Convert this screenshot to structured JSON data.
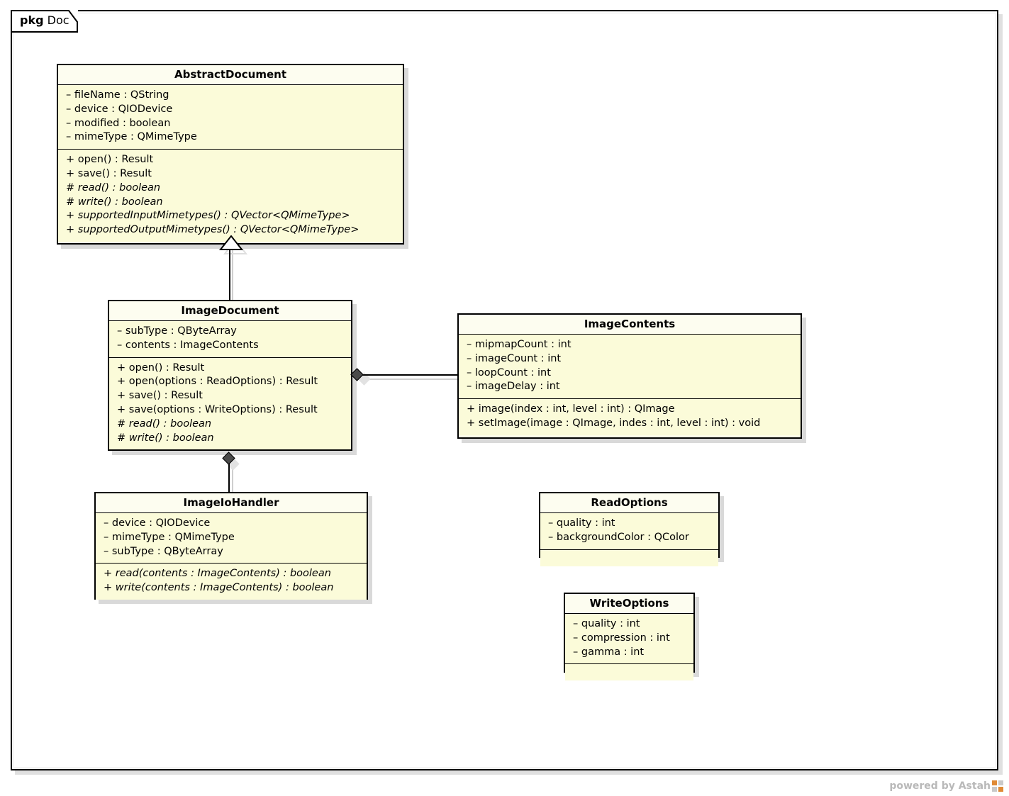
{
  "diagram": {
    "type": "uml-class-diagram",
    "package_tab": {
      "stereotype": "pkg",
      "name": "Doc"
    },
    "watermark": {
      "text": "powered by Astah",
      "logo": "astah-logo-icon",
      "color": "#b9b9b9"
    },
    "colors": {
      "class_fill": "#fbfbd9",
      "class_title_fill": "#fdfdf0",
      "border": "#000000",
      "shadow": "#d9d9d9",
      "diamond_fill": "#4a4a4a"
    },
    "classes": [
      {
        "id": "AbstractDocument",
        "name": "AbstractDocument",
        "attributes": [
          {
            "text": "– fileName : QString",
            "italic": false
          },
          {
            "text": "– device : QIODevice",
            "italic": false
          },
          {
            "text": "– modified : boolean",
            "italic": false
          },
          {
            "text": "– mimeType : QMimeType",
            "italic": false
          }
        ],
        "operations": [
          {
            "text": "+ open() : Result",
            "italic": false
          },
          {
            "text": "+ save() : Result",
            "italic": false
          },
          {
            "text": "# read() : boolean",
            "italic": true
          },
          {
            "text": "# write() : boolean",
            "italic": true
          },
          {
            "text": "+ supportedInputMimetypes() : QVector<QMimeType>",
            "italic": true
          },
          {
            "text": "+ supportedOutputMimetypes() : QVector<QMimeType>",
            "italic": true
          }
        ]
      },
      {
        "id": "ImageDocument",
        "name": "ImageDocument",
        "attributes": [
          {
            "text": "– subType : QByteArray",
            "italic": false
          },
          {
            "text": "– contents : ImageContents",
            "italic": false
          }
        ],
        "operations": [
          {
            "text": "+ open() : Result",
            "italic": false
          },
          {
            "text": "+ open(options : ReadOptions) : Result",
            "italic": false
          },
          {
            "text": "+ save() : Result",
            "italic": false
          },
          {
            "text": "+ save(options : WriteOptions) : Result",
            "italic": false
          },
          {
            "text": "# read() : boolean",
            "italic": true
          },
          {
            "text": "# write() : boolean",
            "italic": true
          }
        ]
      },
      {
        "id": "ImageContents",
        "name": "ImageContents",
        "attributes": [
          {
            "text": "– mipmapCount : int",
            "italic": false
          },
          {
            "text": "– imageCount : int",
            "italic": false
          },
          {
            "text": "– loopCount : int",
            "italic": false
          },
          {
            "text": "– imageDelay : int",
            "italic": false
          }
        ],
        "operations": [
          {
            "text": "+ image(index : int, level : int) : QImage",
            "italic": false
          },
          {
            "text": "+ setImage(image : QImage, indes : int, level : int) : void",
            "italic": false
          }
        ]
      },
      {
        "id": "ImageIoHandler",
        "name": "ImageIoHandler",
        "attributes": [
          {
            "text": "– device : QIODevice",
            "italic": false
          },
          {
            "text": "– mimeType : QMimeType",
            "italic": false
          },
          {
            "text": "– subType : QByteArray",
            "italic": false
          }
        ],
        "operations": [
          {
            "text": "+ read(contents : ImageContents) : boolean",
            "italic": true
          },
          {
            "text": "+ write(contents : ImageContents) : boolean",
            "italic": true
          }
        ]
      },
      {
        "id": "ReadOptions",
        "name": "ReadOptions",
        "attributes": [
          {
            "text": "– quality : int",
            "italic": false
          },
          {
            "text": "– backgroundColor : QColor",
            "italic": false
          }
        ],
        "operations": []
      },
      {
        "id": "WriteOptions",
        "name": "WriteOptions",
        "attributes": [
          {
            "text": "– quality : int",
            "italic": false
          },
          {
            "text": "– compression : int",
            "italic": false
          },
          {
            "text": "– gamma : int",
            "italic": false
          }
        ],
        "operations": []
      }
    ],
    "relationships": [
      {
        "kind": "generalization",
        "from": "ImageDocument",
        "to": "AbstractDocument"
      },
      {
        "kind": "composition",
        "from": "ImageDocument",
        "to": "ImageContents"
      },
      {
        "kind": "composition",
        "from": "ImageDocument",
        "to": "ImageIoHandler"
      }
    ]
  }
}
